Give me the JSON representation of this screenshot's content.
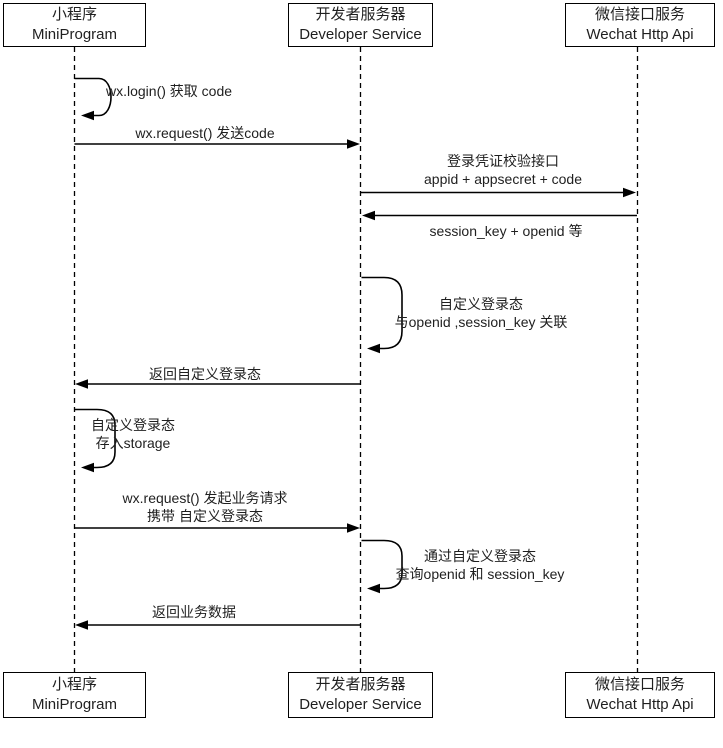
{
  "diagram": {
    "title": "WeChat Mini Program login sequence",
    "colors": {
      "line": "#000000",
      "text": "#1f1f1f",
      "box_background": "#ffffff"
    },
    "actors": [
      {
        "name_zh": "小程序",
        "name_en": "MiniProgram"
      },
      {
        "name_zh": "开发者服务器",
        "name_en": "Developer Service"
      },
      {
        "name_zh": "微信接口服务",
        "name_en": "Wechat Http Api"
      }
    ],
    "messages": [
      {
        "kind": "self",
        "actor": "MiniProgram",
        "line1": "wx.login() 获取 code"
      },
      {
        "kind": "message",
        "from": "MiniProgram",
        "to": "Developer Service",
        "line1": "wx.request() 发送code"
      },
      {
        "kind": "message",
        "from": "Developer Service",
        "to": "Wechat Http Api",
        "line1": "登录凭证校验接口",
        "line2": "appid + appsecret + code"
      },
      {
        "kind": "message",
        "from": "Wechat Http Api",
        "to": "Developer Service",
        "line1": "session_key + openid 等"
      },
      {
        "kind": "self",
        "actor": "Developer Service",
        "line1": "自定义登录态",
        "line2": "与openid ,session_key 关联"
      },
      {
        "kind": "message",
        "from": "Developer Service",
        "to": "MiniProgram",
        "line1": "返回自定义登录态"
      },
      {
        "kind": "self",
        "actor": "MiniProgram",
        "line1": "自定义登录态",
        "line2": "存入storage"
      },
      {
        "kind": "message",
        "from": "MiniProgram",
        "to": "Developer Service",
        "line1": "wx.request() 发起业务请求",
        "line2": "携带 自定义登录态"
      },
      {
        "kind": "self",
        "actor": "Developer Service",
        "line1": "通过自定义登录态",
        "line2": "查询openid 和 session_key"
      },
      {
        "kind": "message",
        "from": "Developer Service",
        "to": "MiniProgram",
        "line1": "返回业务数据"
      }
    ]
  }
}
